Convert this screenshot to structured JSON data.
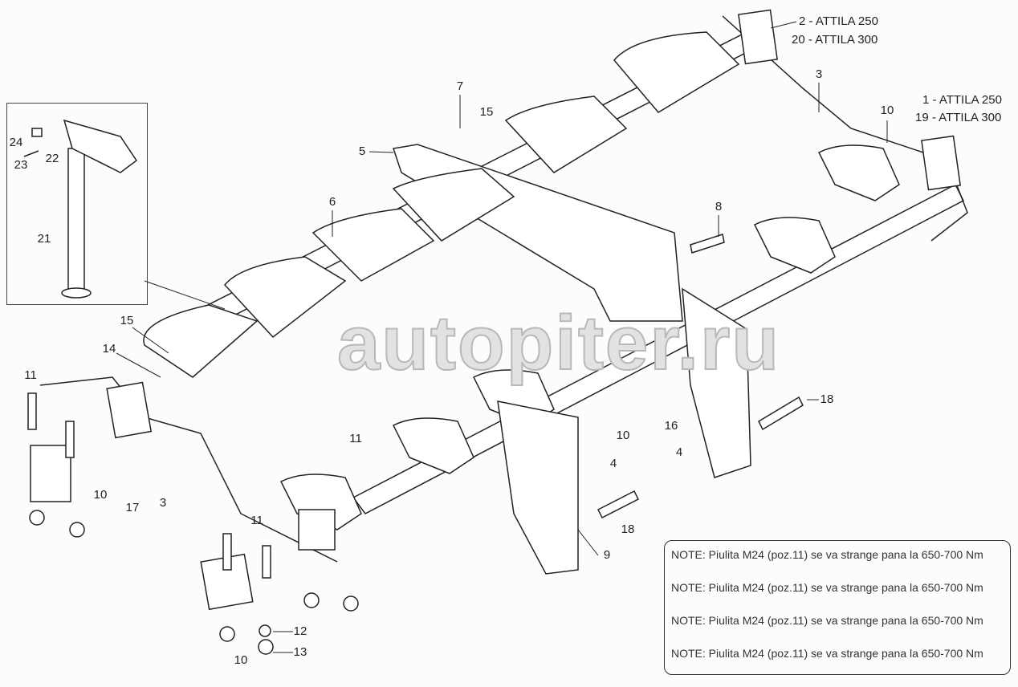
{
  "watermark": "autopiter.ru",
  "labels": {
    "top_right_a1": "2 - ATTILA 250",
    "top_right_a2": "20 - ATTILA 300",
    "right_b1": "1 - ATTILA 250",
    "right_b2": "19 - ATTILA 300",
    "p3_top": "3",
    "p10_right": "10",
    "p7": "7",
    "p15_top": "15",
    "p5": "5",
    "p6": "6",
    "p8": "8",
    "p15_left": "15",
    "p14": "14",
    "p11_left": "11",
    "p10_left": "10",
    "p17": "17",
    "p3_bottom": "3",
    "p11_mid": "11",
    "p11_bottom": "11",
    "p10_mid": "10",
    "p16": "16",
    "p4_right": "4",
    "p4_mid": "4",
    "p18_right": "18",
    "p18_mid": "18",
    "p9": "9",
    "p12": "12",
    "p13": "13",
    "p10_bottom": "10"
  },
  "inset": {
    "p24": "24",
    "p22": "22",
    "p23": "23",
    "p21": "21"
  },
  "notes": [
    "NOTE: Piulita M24 (poz.11) se va strange pana la 650-700 Nm",
    "NOTE: Piulita M24 (poz.11) se va strange pana la 650-700 Nm",
    "NOTE: Piulita M24 (poz.11) se va strange pana la 650-700 Nm",
    "NOTE: Piulita M24 (poz.11) se va strange pana la 650-700 Nm"
  ]
}
